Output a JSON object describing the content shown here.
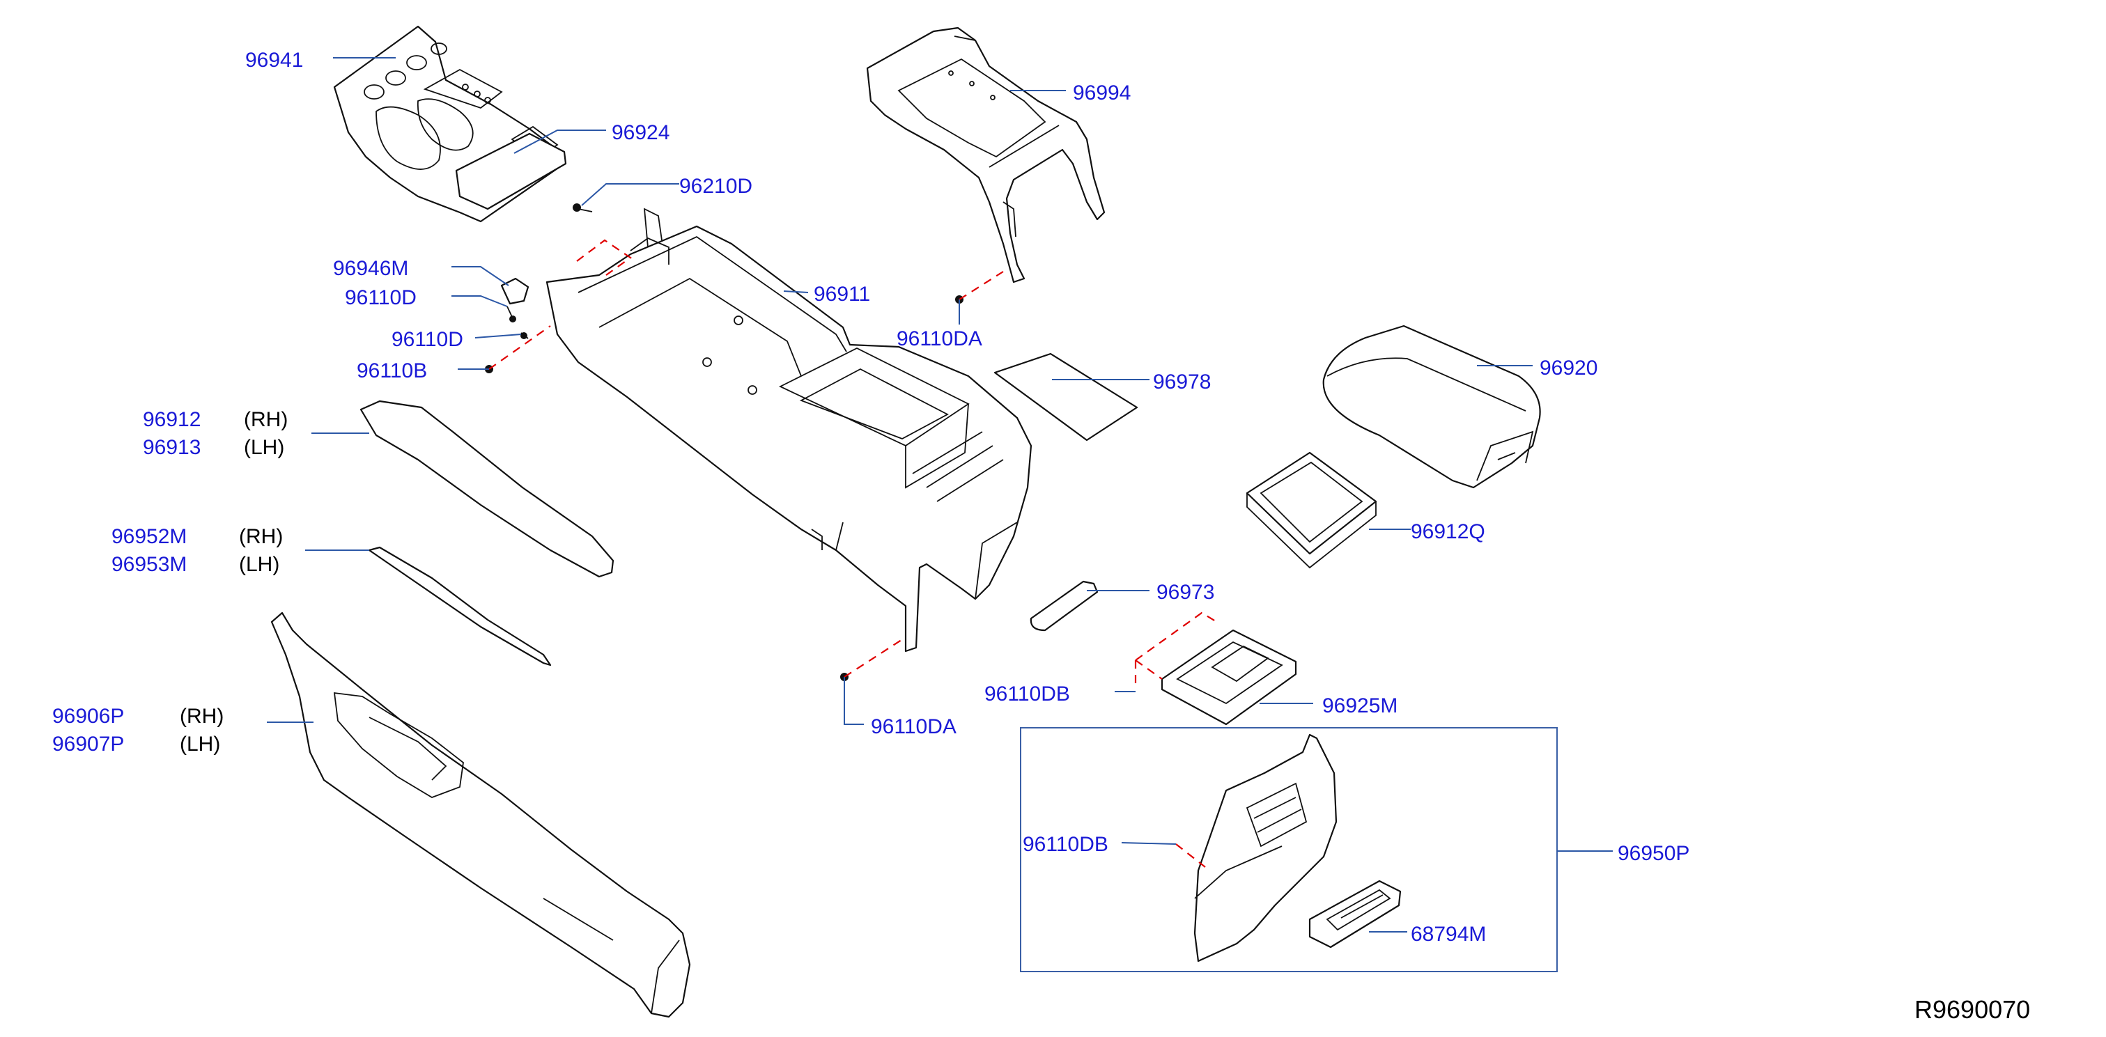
{
  "diagram": {
    "code": "R9690070",
    "colors": {
      "label": "#1a1ad6",
      "text": "#000000",
      "part": "#111111",
      "dash": "#e00000",
      "box": "#3a5fa6",
      "leader": "#2b57a6"
    },
    "labels": {
      "p96941": "96941",
      "p96924": "96924",
      "p96210D": "96210D",
      "p96994": "96994",
      "p96946M": "96946M",
      "p96110D_a": "96110D",
      "p96911": "96911",
      "p96110D_b": "96110D",
      "p96110B": "96110B",
      "p96110DA_top": "96110DA",
      "p96920": "96920",
      "p96978": "96978",
      "p96912": "96912",
      "p96913": "96913",
      "p96912Q": "96912Q",
      "p96952M": "96952M",
      "p96953M": "96953M",
      "p96973": "96973",
      "p96906P": "96906P",
      "p96907P": "96907P",
      "p96110DB_a": "96110DB",
      "p96925M": "96925M",
      "p96110DA_bot": "96110DA",
      "p96110DB_b": "96110DB",
      "p96950P": "96950P",
      "p68794M": "68794M"
    },
    "sides": {
      "rh": "(RH)",
      "lh": "(LH)"
    }
  }
}
